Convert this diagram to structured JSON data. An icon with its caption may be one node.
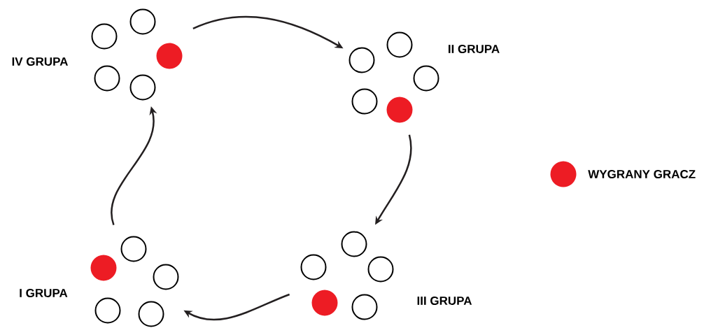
{
  "diagram": {
    "nodes": [
      {
        "text": [
          "IV GRUPA"
        ]
      },
      {
        "text": [
          "II GRUPA"
        ]
      },
      {
        "text": [
          "III GRUPA"
        ]
      },
      {
        "text": [
          "I GRUPA"
        ]
      }
    ],
    "edges": [
      {
        "from": 0,
        "to": 1,
        "arrow": "to"
      },
      {
        "from": 1,
        "to": 2,
        "arrow": "to"
      },
      {
        "from": 2,
        "to": 3,
        "arrow": "to"
      },
      {
        "from": 3,
        "to": 0,
        "arrow": "to"
      }
    ],
    "legend": [
      {
        "text": "WYGRANY GRACZ",
        "color": "#ed1c24"
      }
    ]
  }
}
